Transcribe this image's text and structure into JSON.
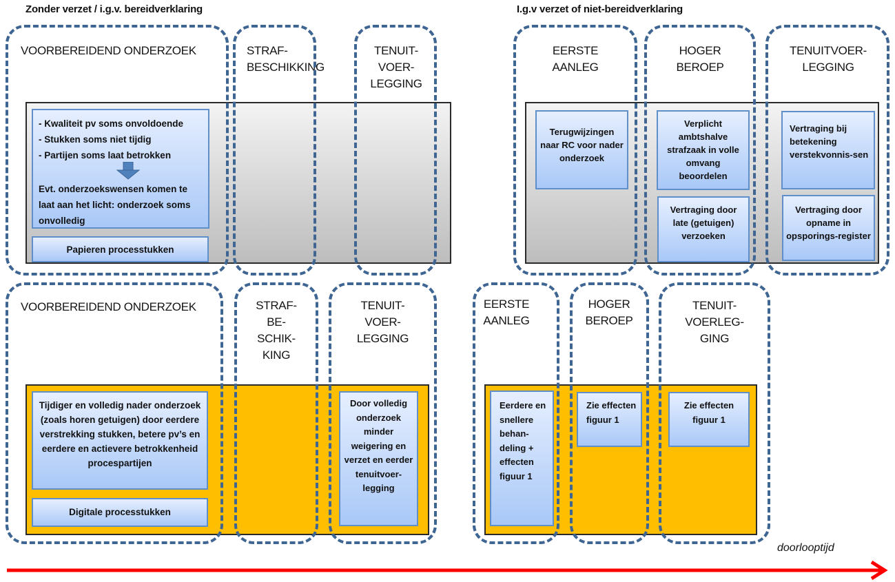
{
  "headings": {
    "left": "Zonder verzet / i.g.v. bereidverklaring",
    "right": "I.g.v verzet of niet-bereidverklaring"
  },
  "colors": {
    "dashed_border": "#3f6592",
    "current_panel": "#bdbdbd",
    "future_panel": "#ffbf00",
    "card_top": "#e6efff",
    "card_bottom": "#a9c8f7",
    "arrow": "#ff0000"
  },
  "top_row": {
    "phases": [
      {
        "label": "VOORBEREIDEND ONDERZOEK"
      },
      {
        "label": "STRAF-\nBESCHIKKING"
      },
      {
        "label": "TENUIT-\nVOER-\nLEGGING"
      },
      {
        "label": "EERSTE\nAANLEG"
      },
      {
        "label": "HOGER\nBEROEP"
      },
      {
        "label": "TENUITVOER-\nLEGGING"
      }
    ],
    "cards": {
      "problems_lines": [
        "- Kwaliteit pv soms onvoldoende",
        "- Stukken soms niet tijdig",
        "- Partijen soms laat betrokken"
      ],
      "problems_conclusion": "Evt. onderzoekswensen komen te laat aan het licht: onderzoek soms onvolledig",
      "paper": "Papieren processtukken",
      "terugwijzingen": "Terugwijzingen naar RC voor nader onderzoek",
      "verplicht": "Verplicht ambtshalve strafzaak in volle omvang beoordelen",
      "vertraging_late": "Vertraging door late (getuigen) verzoeken",
      "vertraging_betekening": "Vertraging bij betekening verstekvonnis-sen",
      "vertraging_opname": "Vertraging door opname in opsporings-register"
    }
  },
  "bottom_row": {
    "phases": [
      {
        "label": "VOORBEREIDEND ONDERZOEK"
      },
      {
        "label": "STRAF-\nBE-\nSCHIK-\nKING"
      },
      {
        "label": "TENUIT-\nVOER-\nLEGGING"
      },
      {
        "label": "EERSTE\nAANLEG"
      },
      {
        "label": "HOGER\nBEROEP"
      },
      {
        "label": "TENUIT-\nVOERLEG-\nGING"
      }
    ],
    "cards": {
      "tijdiger": "Tijdiger en volledig nader onderzoek (zoals horen getuigen) door eerdere verstrekking stukken, betere pv’s en eerdere en actievere betrokkenheid procespartijen",
      "digital": "Digitale processtukken",
      "door_volledig": "Door volledig onderzoek minder weigering en verzet en eerder tenuitvoer-legging",
      "eerdere": "Eerdere en snellere behan-deling + effecten figuur 1",
      "zie_effecten_1": "Zie effecten figuur 1",
      "zie_effecten_2": "Zie effecten figuur 1"
    }
  },
  "timeline": {
    "label": "doorlooptijd"
  }
}
